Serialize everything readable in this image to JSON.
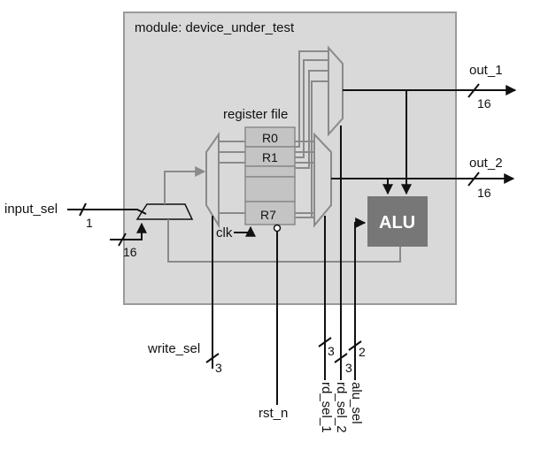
{
  "module_label": "module: device_under_test",
  "register_file": {
    "title": "register file",
    "registers": [
      "R0",
      "R1",
      "",
      "",
      "R7"
    ]
  },
  "alu_label": "ALU",
  "clk_label": "clk",
  "ports": {
    "input_sel": {
      "label": "input_sel",
      "width": "1"
    },
    "data_in": {
      "width": "16"
    },
    "write_sel": {
      "label": "write_sel",
      "width": "3"
    },
    "rst_n": {
      "label": "rst_n"
    },
    "rd_sel_1": {
      "label": "rd_sel_1",
      "width": "3"
    },
    "rd_sel_2": {
      "label": "rd_sel_2",
      "width": "3"
    },
    "alu_sel": {
      "label": "alu_sel",
      "width": "2"
    },
    "out_1": {
      "label": "out_1",
      "width": "16"
    },
    "out_2": {
      "label": "out_2",
      "width": "16"
    }
  },
  "colors": {
    "module_fill": "#d9d9d9",
    "module_border": "#9a9a9a",
    "alu_fill": "#777777",
    "regfile_fill": "#c4c4c4",
    "wire": "#111111",
    "internal_wire": "#8a8a8a"
  }
}
